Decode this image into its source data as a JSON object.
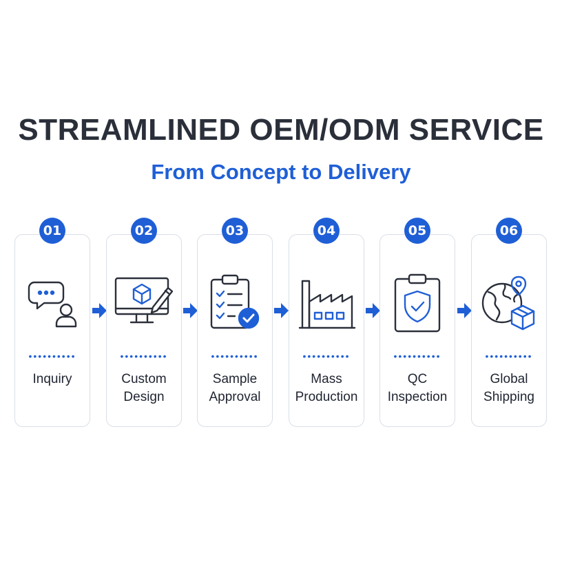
{
  "header": {
    "title": "STREAMLINED OEM/ODM SERVICE",
    "subtitle": "From Concept to Delivery"
  },
  "accent_color": "#1f5fd6",
  "text_color": "#2a2f3a",
  "steps": [
    {
      "number": "01",
      "label_line1": "Inquiry",
      "label_line2": "",
      "icon": "chat-person-icon"
    },
    {
      "number": "02",
      "label_line1": "Custom",
      "label_line2": "Design",
      "icon": "monitor-design-icon"
    },
    {
      "number": "03",
      "label_line1": "Sample",
      "label_line2": "Approval",
      "icon": "checklist-approval-icon"
    },
    {
      "number": "04",
      "label_line1": "Mass",
      "label_line2": "Production",
      "icon": "factory-icon"
    },
    {
      "number": "05",
      "label_line1": "QC",
      "label_line2": "Inspection",
      "icon": "clipboard-shield-icon"
    },
    {
      "number": "06",
      "label_line1": "Global",
      "label_line2": "Shipping",
      "icon": "globe-package-icon"
    }
  ],
  "dots_text": "••••••••••"
}
